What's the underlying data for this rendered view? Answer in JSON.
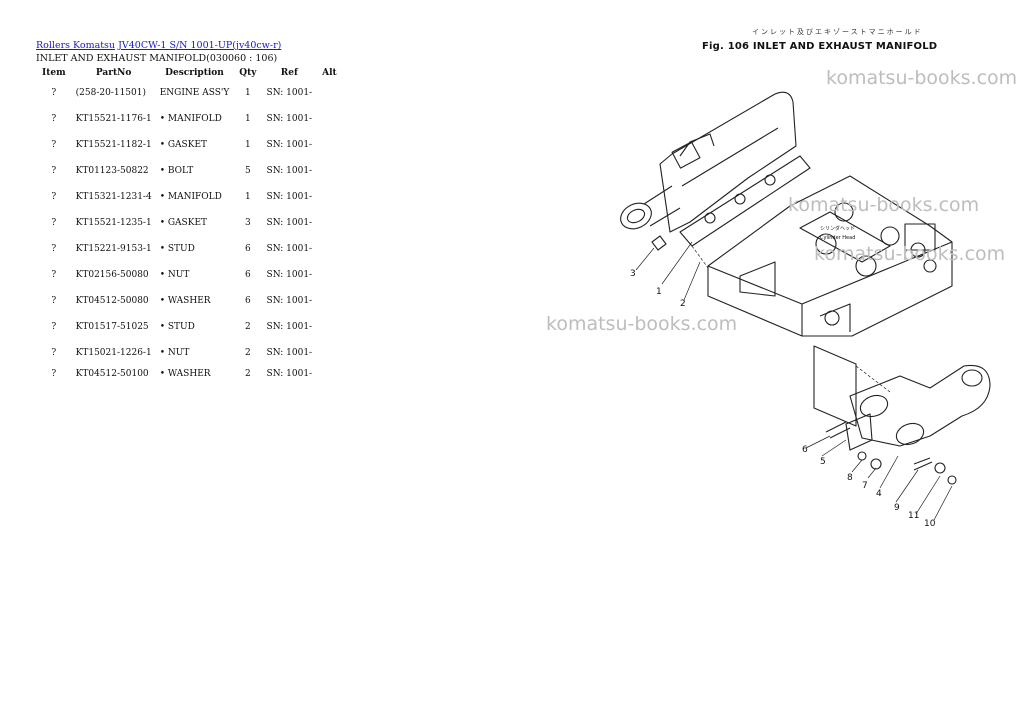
{
  "breadcrumb": {
    "brand": "Rollers Komatsu",
    "model_link": "JV40CW-1 S/N 1001-UP(jv40cw-r)"
  },
  "subtitle": "INLET AND EXHAUST MANIFOLD(030060 : 106)",
  "table": {
    "headers": {
      "item": "Item",
      "partno": "PartNo",
      "description": "Description",
      "qty": "Qty",
      "ref": "Ref",
      "alt": "Alt"
    },
    "rows": [
      {
        "item": "?",
        "partno": "(258-20-11501)",
        "description": "ENGINE ASS'Y",
        "qty": "1",
        "ref": "SN: 1001-"
      },
      {
        "item": "?",
        "partno": "KT15521-1176-1",
        "description": "• MANIFOLD",
        "qty": "1",
        "ref": "SN: 1001-"
      },
      {
        "item": "?",
        "partno": "KT15521-1182-1",
        "description": "• GASKET",
        "qty": "1",
        "ref": "SN: 1001-"
      },
      {
        "item": "?",
        "partno": "KT01123-50822",
        "description": "• BOLT",
        "qty": "5",
        "ref": "SN: 1001-"
      },
      {
        "item": "?",
        "partno": "KT15321-1231-4",
        "description": "• MANIFOLD",
        "qty": "1",
        "ref": "SN: 1001-"
      },
      {
        "item": "?",
        "partno": "KT15521-1235-1",
        "description": "• GASKET",
        "qty": "3",
        "ref": "SN: 1001-"
      },
      {
        "item": "?",
        "partno": "KT15221-9153-1",
        "description": "• STUD",
        "qty": "6",
        "ref": "SN: 1001-"
      },
      {
        "item": "?",
        "partno": "KT02156-50080",
        "description": "• NUT",
        "qty": "6",
        "ref": "SN: 1001-"
      },
      {
        "item": "?",
        "partno": "KT04512-50080",
        "description": "• WASHER",
        "qty": "6",
        "ref": "SN: 1001-"
      },
      {
        "item": "?",
        "partno": "KT01517-51025",
        "description": "• STUD",
        "qty": "2",
        "ref": "SN: 1001-"
      },
      {
        "item": "?",
        "partno": "KT15021-1226-1",
        "description": "• NUT",
        "qty": "2",
        "ref": "SN: 1001-"
      },
      {
        "item": "?",
        "partno": "KT04512-50100",
        "description": "• WASHER",
        "qty": "2",
        "ref": "SN: 1001-"
      }
    ]
  },
  "figure": {
    "title": "Fig. 106  INLET AND EXHAUST MANIFOLD",
    "japanese_title": "インレット及びエキゾーストマニホールド",
    "head_label_jp": "シリンダヘッド",
    "head_label": "Cylinder Head",
    "callouts": [
      "1",
      "2",
      "3",
      "4",
      "5",
      "6",
      "7",
      "8",
      "9",
      "10",
      "11"
    ]
  },
  "watermark": "komatsu-books.com"
}
